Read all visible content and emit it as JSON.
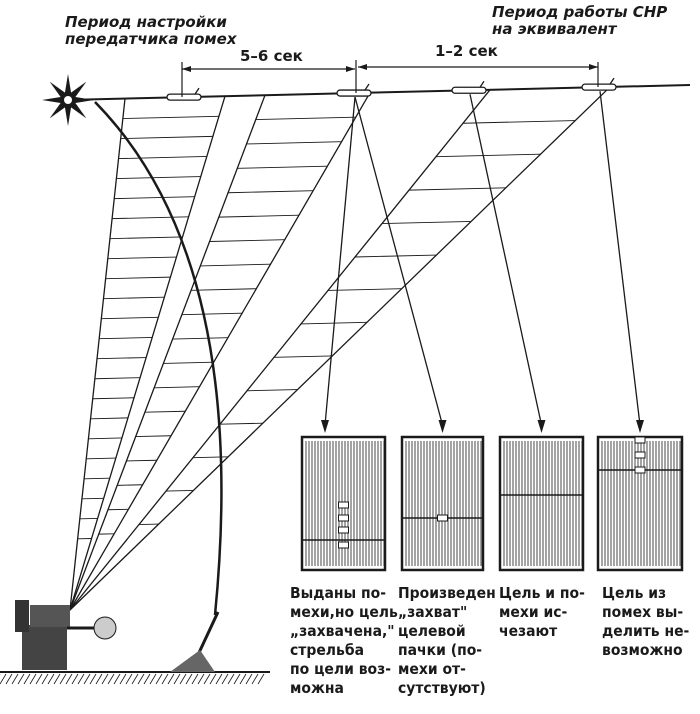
{
  "labels": {
    "jammer_setup": "Период настройки\nпередатчика помех",
    "snr_equivalent": "Период работы СНР\nна эквивалент",
    "interval_1": "5–6 сек",
    "interval_2": "1–2 сек"
  },
  "captions": [
    "Выданы по-\nмехи,но цель\n„захвачена,\"\nстрельба\nпо цели воз-\nможна",
    "Произведен\n„захват\"\nцелевой\nпачки (по-\nмехи от-\nсутствуют)",
    "Цель и по-\nмехи ис-\nчезают",
    "Цель из\nпомех вы-\nделить не-\nвозможно"
  ],
  "colors": {
    "ink": "#1a1a1a",
    "paper": "#ffffff"
  }
}
